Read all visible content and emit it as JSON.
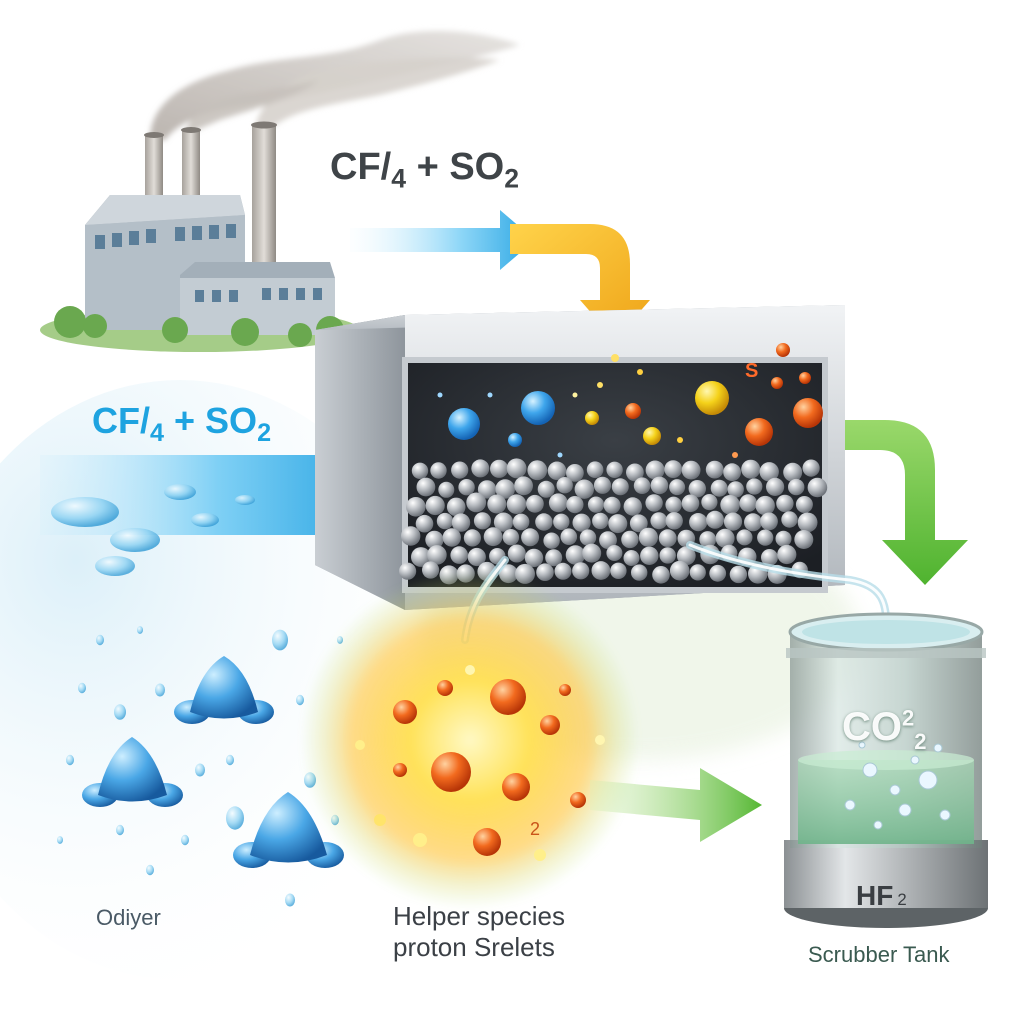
{
  "formulas": {
    "top": {
      "main": "CF/",
      "sub1": "4",
      "plus": " + SO",
      "sub2": "2"
    },
    "left": {
      "main": "CF/",
      "sub1": "4",
      "plus": " + SO",
      "sub2": "2"
    }
  },
  "labels": {
    "odiyer": "Odiyer",
    "helper_line1": "Helper species",
    "helper_line2": "proton Srelets",
    "scrubber": "Scrubber Tank"
  },
  "tank": {
    "co2_main": "CO",
    "co2_sup": "2",
    "co2_sub": "2",
    "hf_main": "HF",
    "hf_sub": "2"
  },
  "reactor_marks": {
    "s_mark": "S"
  },
  "helper_marks": {
    "sub_mark": "2"
  },
  "colors": {
    "blue_arrow": "#29a9e6",
    "yellow_arrow": "#f2b01e",
    "green_arrow": "#5cbf3a",
    "formula_blue": "#1ea3e0",
    "formula_dark": "#3f4448"
  }
}
